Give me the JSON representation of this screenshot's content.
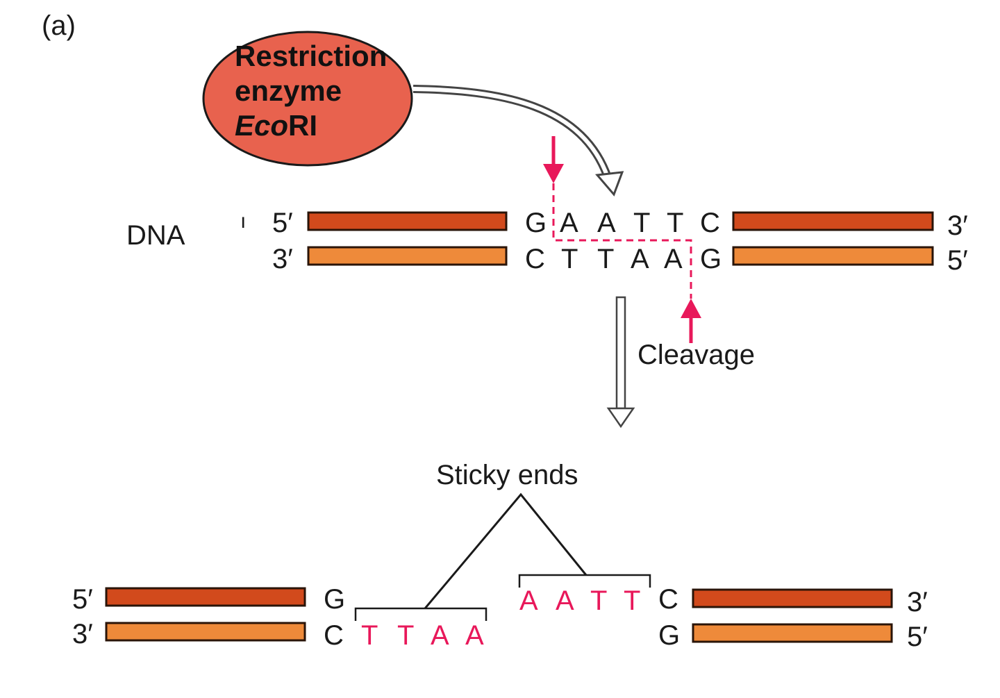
{
  "panel_label": "(a)",
  "enzyme": {
    "line1": "Restriction",
    "line2": "enzyme",
    "line3_italic": "Eco",
    "line3_rest": "RI",
    "fill_color": "#e8624e"
  },
  "dna_label": "DNA",
  "top_molecule": {
    "top_left_end": "5′",
    "bottom_left_end": "3′",
    "top_right_end": "3′",
    "bottom_right_end": "5′",
    "top_sequence": [
      "G",
      "A",
      "A",
      "T",
      "T",
      "C"
    ],
    "bottom_sequence": [
      "C",
      "T",
      "T",
      "A",
      "A",
      "G"
    ]
  },
  "cleavage_label": "Cleavage",
  "sticky_ends_label": "Sticky ends",
  "left_fragment": {
    "top_end": "5′",
    "bottom_end": "3′",
    "top_base": "G",
    "bottom_base": "C",
    "overhang": [
      "T",
      "T",
      "A",
      "A"
    ]
  },
  "right_fragment": {
    "top_end": "3′",
    "bottom_end": "5′",
    "overhang": [
      "A",
      "A",
      "T",
      "T"
    ],
    "top_base": "C",
    "bottom_base": "G"
  },
  "colors": {
    "top_strand": "#d24a1c",
    "bottom_strand": "#ee8a3a",
    "cut_marks": "#e8185a"
  }
}
